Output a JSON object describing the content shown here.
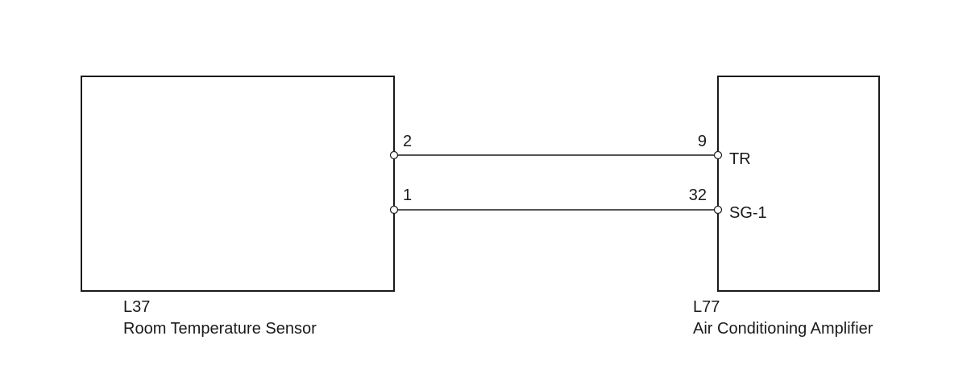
{
  "components": {
    "sensor": {
      "code": "L37",
      "name": "Room Temperature Sensor"
    },
    "amplifier": {
      "code": "L77",
      "name": "Air Conditioning Amplifier"
    }
  },
  "wires": [
    {
      "from_pin": "2",
      "to_pin": "9",
      "to_terminal": "TR"
    },
    {
      "from_pin": "1",
      "to_pin": "32",
      "to_terminal": "SG-1"
    }
  ],
  "colors": {
    "line": "#1a1a1a",
    "background": "#ffffff"
  }
}
